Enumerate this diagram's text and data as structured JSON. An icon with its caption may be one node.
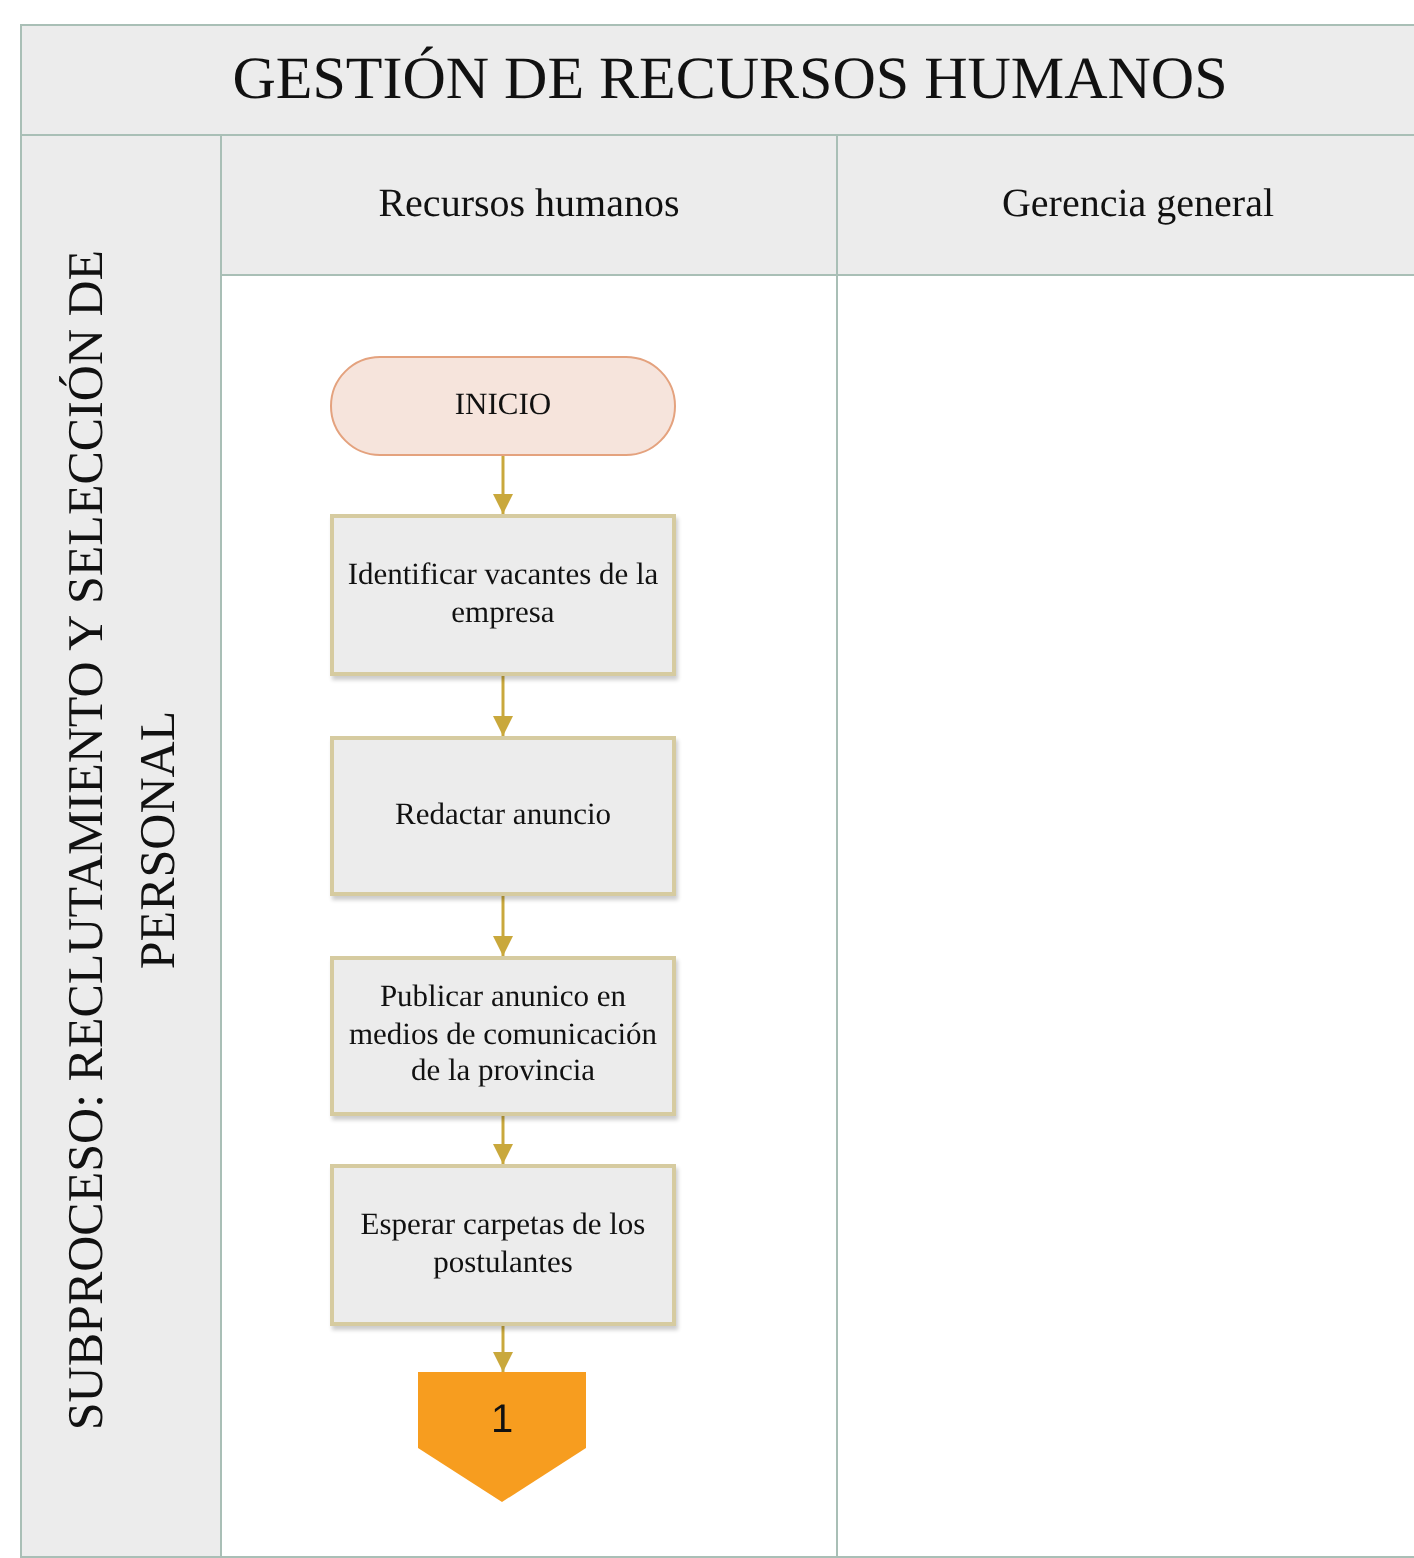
{
  "diagram": {
    "title": "GESTIÓN DE RECURSOS HUMANOS",
    "nodes": [
      {
        "text": [
          "SUBPROCESO: RECLUTAMIENTO Y SELECCIÓN DE PERSONAL"
        ]
      },
      {
        "text": [
          "Recursos humanos"
        ]
      },
      {
        "text": [
          "Gerencia general"
        ]
      },
      {
        "text": [
          "INICIO"
        ],
        "in": 1
      },
      {
        "text": [
          "Identificar vacantes de la empresa"
        ],
        "in": 1
      },
      {
        "text": [
          "Redactar anuncio"
        ],
        "in": 1
      },
      {
        "text": [
          "Publicar anunico en medios de comunicación de la provincia"
        ],
        "in": 1
      },
      {
        "text": [
          "Esperar carpetas de los postulantes"
        ],
        "in": 1
      },
      {
        "text": [
          "1"
        ],
        "in": 1
      }
    ],
    "edges": [
      {
        "from": 3,
        "to": 4,
        "arrow": "to"
      },
      {
        "from": 4,
        "to": 5,
        "arrow": "to"
      },
      {
        "from": 5,
        "to": 6,
        "arrow": "to"
      },
      {
        "from": 6,
        "to": 7,
        "arrow": "to"
      },
      {
        "from": 7,
        "to": 8,
        "arrow": "to"
      }
    ]
  }
}
